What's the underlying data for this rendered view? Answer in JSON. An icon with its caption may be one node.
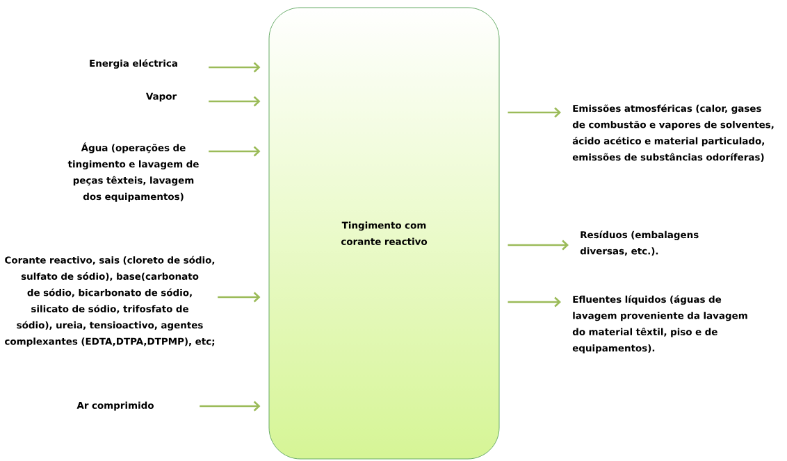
{
  "diagram": {
    "nodes": [
      {
        "text": [
          "Tingimento com corante reactivo"
        ]
      },
      {
        "text": [
          "Energia eléctrica"
        ]
      },
      {
        "text": [
          "Vapor"
        ]
      },
      {
        "text": [
          "Água (operações de tingimento e lavagem de peças têxteis, lavagem dos equipamentos)"
        ]
      },
      {
        "text": [
          "Corante reactivo, sais (cloreto de sódio, sulfato de sódio), base(carbonato de sódio, bicarbonato de sódio, silicato de sódio, trifosfato de sódio), ureia, tensioactivo, agentes complexantes (EDTA,DTPA,DTPMP), etc;"
        ]
      },
      {
        "text": [
          "Ar comprimido"
        ]
      },
      {
        "text": [
          "Emissões atmosféricas (calor, gases de combustão e vapores de solventes, ácido acético e material particulado, emissões de substâncias odoríferas)"
        ]
      },
      {
        "text": [
          "Resíduos (embalagens diversas, etc.)."
        ]
      },
      {
        "text": [
          "Efluentes líquidos (águas de lavagem proveniente da lavagem do material têxtil, piso e de equipamentos)."
        ]
      }
    ],
    "edges": [
      {
        "from": 1,
        "to": 0,
        "arrow": "to"
      },
      {
        "from": 2,
        "to": 0,
        "arrow": "to"
      },
      {
        "from": 3,
        "to": 0,
        "arrow": "to"
      },
      {
        "from": 4,
        "to": 0,
        "arrow": "to"
      },
      {
        "from": 5,
        "to": 0,
        "arrow": "to"
      },
      {
        "from": 0,
        "to": 6,
        "arrow": "to"
      },
      {
        "from": 0,
        "to": 7,
        "arrow": "to"
      },
      {
        "from": 0,
        "to": 8,
        "arrow": "to"
      }
    ]
  }
}
